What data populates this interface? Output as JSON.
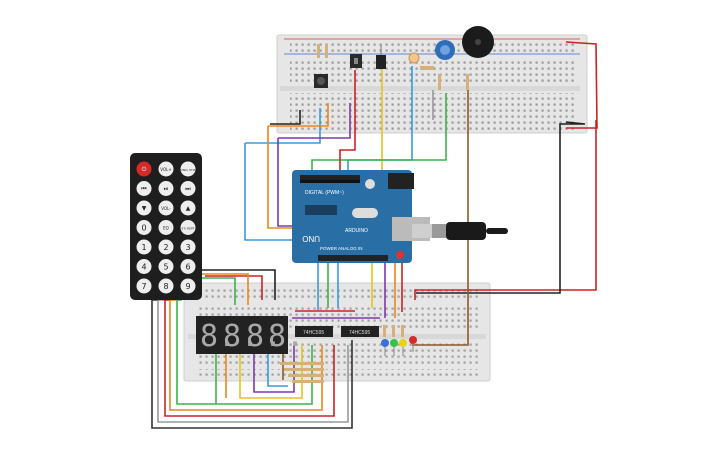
{
  "remote": {
    "buttons": [
      {
        "label": "⏻",
        "kind": "power"
      },
      {
        "label": "VOL+",
        "kind": "small"
      },
      {
        "label": "FUNC/ STOP",
        "kind": "small"
      },
      {
        "label": "⏮",
        "kind": "icon"
      },
      {
        "label": "⏯",
        "kind": "icon"
      },
      {
        "label": "⏭",
        "kind": "icon"
      },
      {
        "label": "▼",
        "kind": "icon"
      },
      {
        "label": "VOL-",
        "kind": "small"
      },
      {
        "label": "▲",
        "kind": "icon"
      },
      {
        "label": "0",
        "kind": "num"
      },
      {
        "label": "EQ",
        "kind": "small"
      },
      {
        "label": "ST/ REPT",
        "kind": "small"
      },
      {
        "label": "1",
        "kind": "num"
      },
      {
        "label": "2",
        "kind": "num"
      },
      {
        "label": "3",
        "kind": "num"
      },
      {
        "label": "4",
        "kind": "num"
      },
      {
        "label": "5",
        "kind": "num"
      },
      {
        "label": "6",
        "kind": "num"
      },
      {
        "label": "7",
        "kind": "num"
      },
      {
        "label": "8",
        "kind": "num"
      },
      {
        "label": "9",
        "kind": "num"
      }
    ]
  },
  "arduino": {
    "model_label": "UNO",
    "brand_label": "ARDUINO",
    "bottom_label": "POWER ANALOG IN",
    "top_label": "DIGITAL (PWM~)"
  },
  "ics": {
    "left": "74HC595",
    "right": "74HC595"
  },
  "display": {
    "digits": [
      "8.",
      "8.",
      "8.",
      "8."
    ]
  },
  "colors": {
    "breadboard": "#e8e8e8",
    "arduino_board": "#2a6ea6",
    "wire_red": "#cc2222",
    "wire_black": "#222222",
    "wire_blue": "#3a9ad9",
    "wire_green": "#3db34a",
    "wire_orange": "#e8871e",
    "wire_yellow": "#e6c419",
    "wire_purple": "#7d3aa8",
    "wire_brown": "#8b5a2b",
    "wire_gray": "#999999"
  }
}
